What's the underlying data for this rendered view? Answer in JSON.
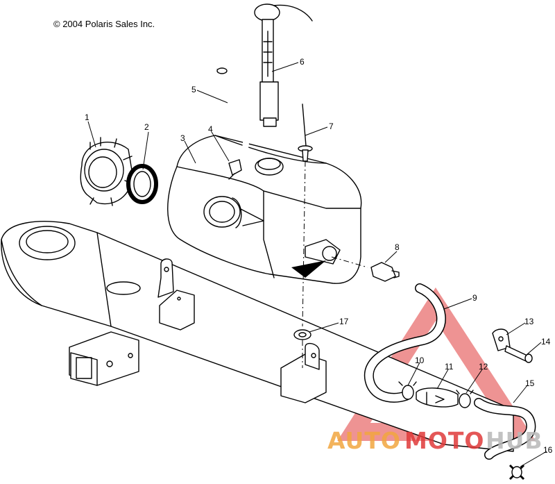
{
  "copyright": "© 2004 Polaris Sales Inc.",
  "callouts": [
    "1",
    "2",
    "3",
    "4",
    "5",
    "6",
    "7",
    "8",
    "9",
    "10",
    "11",
    "12",
    "13",
    "14",
    "15",
    "16",
    "17"
  ],
  "watermark": {
    "text_a": "AUTO",
    "text_b": "MOTO",
    "text_c": "HUB",
    "color_red": "#e03a3a",
    "color_orange": "#f2a640",
    "color_gray": "#b8b8b8"
  }
}
